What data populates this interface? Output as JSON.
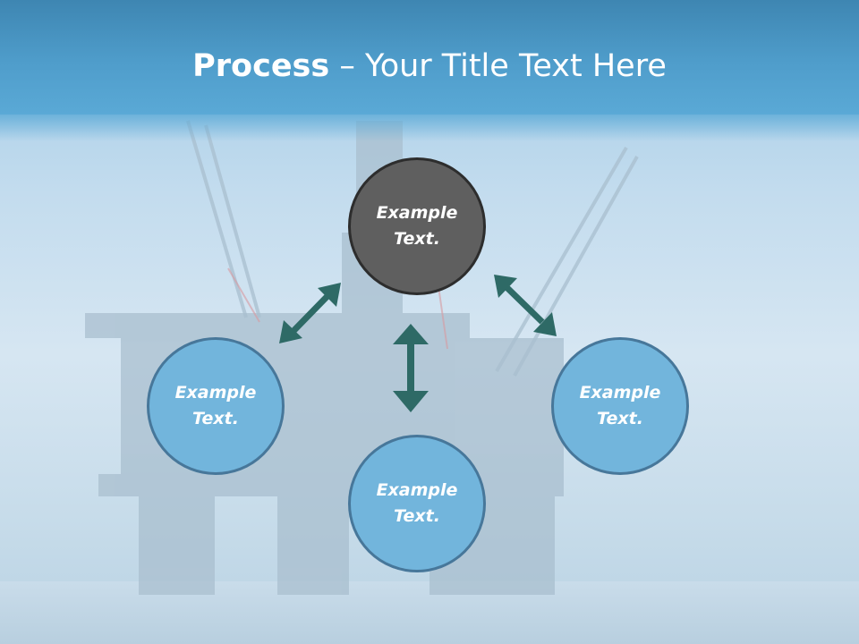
{
  "title": {
    "bold": "Process",
    "rest": " – Your Title Text Here"
  },
  "nodes": {
    "center": "Example Text.",
    "left": "Example Text.",
    "bottom": "Example Text.",
    "right": "Example Text."
  },
  "colors": {
    "title_bar": "#4f9dcb",
    "node_blue_fill": "#72b5dc",
    "node_blue_border": "#47779a",
    "node_center_fill": "#5f5f5f",
    "arrow": "#2e6a66"
  },
  "background": "oil-platform-photo"
}
